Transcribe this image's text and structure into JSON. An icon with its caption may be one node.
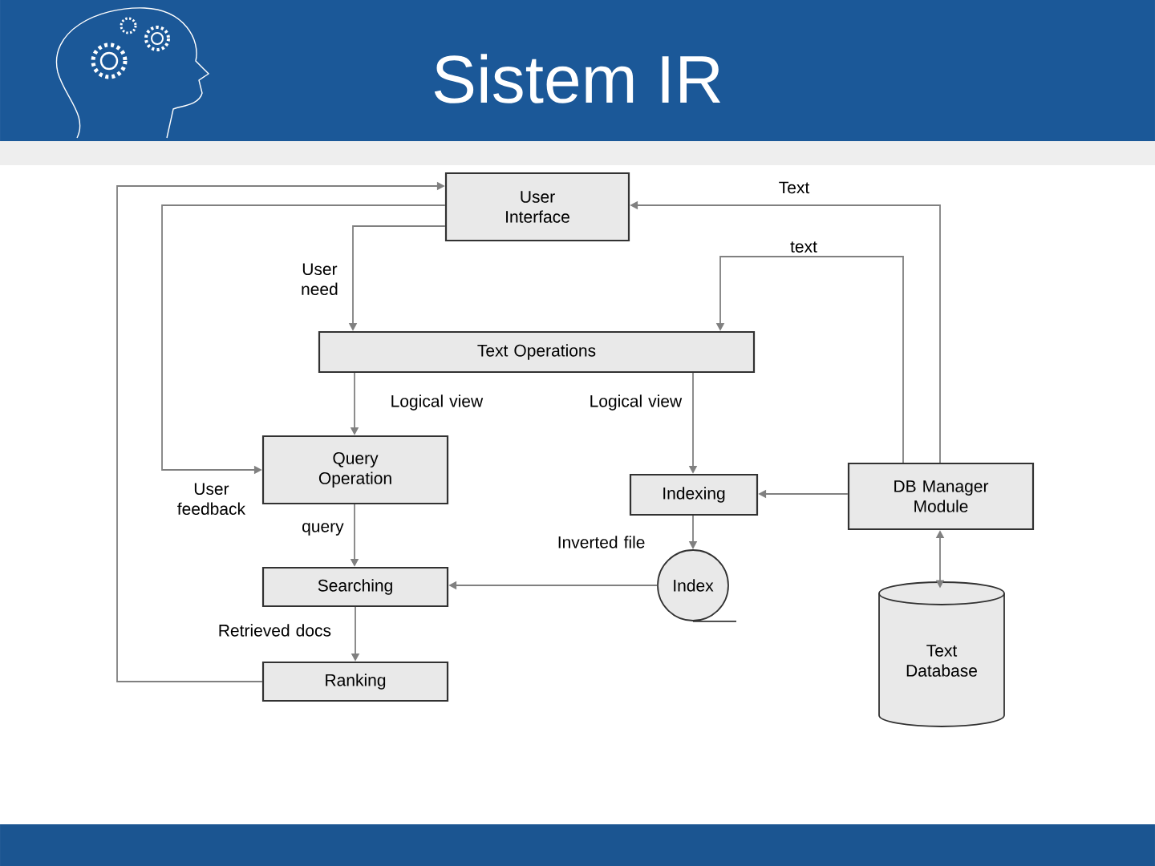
{
  "diagram": {
    "title": "Sistem IR",
    "nodes": [
      {
        "text": [
          "User Interface"
        ]
      },
      {
        "text": [
          "Text Operations"
        ]
      },
      {
        "text": [
          "Query Operation"
        ]
      },
      {
        "text": [
          "Indexing"
        ]
      },
      {
        "text": [
          "DB Manager Module"
        ]
      },
      {
        "text": [
          "Searching"
        ]
      },
      {
        "text": [
          "Index"
        ]
      },
      {
        "text": [
          "Ranking"
        ]
      },
      {
        "text": [
          "Text Database"
        ]
      }
    ],
    "edges": [
      {
        "from": 0,
        "to": 1,
        "arrow": "to",
        "label": "User need"
      },
      {
        "from": 0,
        "to": 2,
        "arrow": "to",
        "label": "User feedback"
      },
      {
        "from": 1,
        "to": 2,
        "arrow": "to",
        "label": "Logical view"
      },
      {
        "from": 1,
        "to": 3,
        "arrow": "to",
        "label": "Logical view"
      },
      {
        "from": 4,
        "to": 0,
        "arrow": "to",
        "label": "Text"
      },
      {
        "from": 4,
        "to": 1,
        "arrow": "to",
        "label": "text"
      },
      {
        "from": 4,
        "to": 3,
        "arrow": "to"
      },
      {
        "from": 4,
        "to": 8,
        "arrow": "both"
      },
      {
        "from": 2,
        "to": 5,
        "arrow": "to",
        "label": "query"
      },
      {
        "from": 3,
        "to": 6,
        "arrow": "to",
        "label": "Inverted file"
      },
      {
        "from": 6,
        "to": 5,
        "arrow": "to"
      },
      {
        "from": 5,
        "to": 7,
        "arrow": "to",
        "label": "Retrieved docs"
      },
      {
        "from": 7,
        "to": 0,
        "arrow": "to"
      }
    ]
  }
}
